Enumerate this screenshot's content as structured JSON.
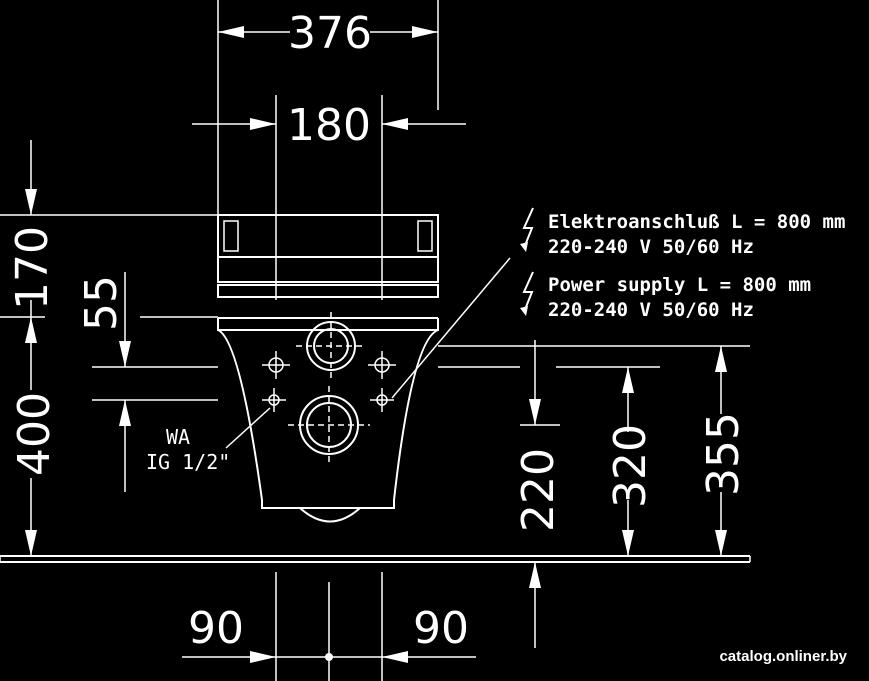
{
  "dimensions": {
    "width_total": "376",
    "width_inner": "180",
    "height_top": "170",
    "height_55": "55",
    "height_400": "400",
    "height_220": "220",
    "height_320": "320",
    "height_355": "355",
    "bottom_left": "90",
    "bottom_right": "90"
  },
  "labels": {
    "wa": "WA",
    "ig": "IG 1/2\""
  },
  "notes": {
    "de_line1": "Elektroanschluß L = 800 mm",
    "de_line2": "220-240 V  50/60 Hz",
    "en_line1": "Power supply L = 800 mm",
    "en_line2": "220-240 V  50/60 Hz"
  },
  "watermark": "catalog.onliner.by",
  "colors": {
    "background": "#000000",
    "lines": "#ffffff"
  }
}
